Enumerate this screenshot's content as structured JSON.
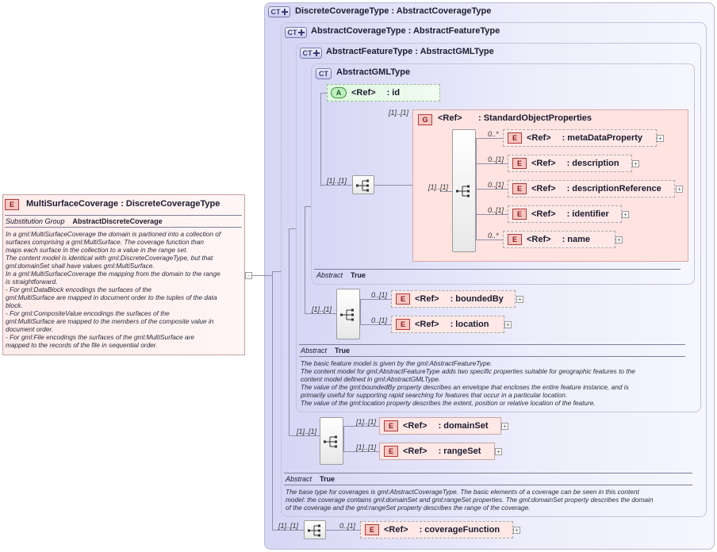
{
  "root": {
    "badge": "CT",
    "title": "DiscreteCoverageType : AbstractCoverageType",
    "abstract_label": "Abstract",
    "abstract_value": "True",
    "doc": [
      "The base type for coverages is gml:AbstractCoverageType. The basic elements of a coverage can be seen in this content",
      "model: the coverage contains gml:domainSet and gml:rangeSet properties. The gml:domainSet property describes the domain",
      "of the coverage and the gml:rangeSet property describes the range of the coverage."
    ]
  },
  "abstract_coverage": {
    "badge": "CT",
    "title": "AbstractCoverageType : AbstractFeatureType"
  },
  "abstract_feature": {
    "badge": "CT",
    "title": "AbstractFeatureType : AbstractGMLType",
    "abstract_label": "Abstract",
    "abstract_value": "True",
    "doc": [
      "The basic feature model is given by the gml:AbstractFeatureType.",
      "The content model for gml:AbstractFeatureType adds two specific properties suitable for geographic features to the",
      "content model defined in gml:AbstractGMLType.",
      "The value of the gml:boundedBy property describes an envelope that encloses the entire feature instance, and is",
      "primarily useful for supporting rapid searching for features that occur in a particular location.",
      "The value of the gml:location property describes the extent, position or relative location of the feature."
    ]
  },
  "abstract_gml": {
    "badge": "CT",
    "title": "AbstractGMLType",
    "abstract_label": "Abstract",
    "abstract_value": "True"
  },
  "attribute_id": {
    "badge": "A",
    "ref": "<Ref>",
    "name": ": id"
  },
  "group_sop": {
    "badge": "G",
    "ref": "<Ref>",
    "name": ": StandardObjectProperties",
    "mult": "[1]..[1]"
  },
  "sop_items": [
    {
      "badge": "E",
      "ref": "<Ref>",
      "name": ": metaDataProperty",
      "mult": "0..*"
    },
    {
      "badge": "E",
      "ref": "<Ref>",
      "name": ": description",
      "mult": "0..[1]"
    },
    {
      "badge": "E",
      "ref": "<Ref>",
      "name": ": descriptionReference",
      "mult": "0..[1]"
    },
    {
      "badge": "E",
      "ref": "<Ref>",
      "name": ": identifier",
      "mult": "0..[1]"
    },
    {
      "badge": "E",
      "ref": "<Ref>",
      "name": ": name",
      "mult": "0..*"
    }
  ],
  "seq_mults": {
    "gml_seq": "[1]..[1]",
    "sop_seq": "[1]..[1]",
    "feature_seq": "[1]..[1]",
    "coverage_seq": "[1]..[1]",
    "root_seq": "[1]..[1]"
  },
  "feature_items": [
    {
      "badge": "E",
      "ref": "<Ref>",
      "name": ": boundedBy",
      "mult": "0..[1]"
    },
    {
      "badge": "E",
      "ref": "<Ref>",
      "name": ": location",
      "mult": "0..[1]"
    }
  ],
  "coverage_items": [
    {
      "badge": "E",
      "ref": "<Ref>",
      "name": ": domainSet",
      "mult": "[1]..[1]"
    },
    {
      "badge": "E",
      "ref": "<Ref>",
      "name": ": rangeSet",
      "mult": "[1]..[1]"
    }
  ],
  "root_item": {
    "badge": "E",
    "ref": "<Ref>",
    "name": ": coverageFunction",
    "mult": "0..[1]"
  },
  "element": {
    "badge": "E",
    "title": "MultiSurfaceCoverage : DiscreteCoverageType",
    "subst_label": "Substitution Group",
    "subst_value": "AbstractDiscreteCoverage",
    "collapse": "-",
    "doc": [
      "In a gml:MultiSurfaceCoverage the domain is partioned into a collection of",
      "surfaces comprising a gml:MultiSurface.  The coverage function than",
      "maps each surface in the collection to a value in the range set.",
      "The content model is identical with gml:DiscreteCoverageType, but that",
      "gml:domainSet shall have values gml:MultiSurface.",
      "In a gml:MultiSurfaceCoverage the mapping from the domain to the range",
      "is straightforward.",
      "-            For gml:DataBlock encodings the surfaces of the",
      "gml:MultiSurface are mapped in document order to the tuples of the data",
      "block.",
      "-            For gml:CompositeValue encodings the surfaces of the",
      "gml:MultiSurface are mapped to the members of the composite value in",
      "document order.",
      "-            For gml:File encodings the surfaces of the gml:MultiSurface are",
      "mapped to the records of the file in sequential order."
    ]
  },
  "expander_symbol": "+"
}
